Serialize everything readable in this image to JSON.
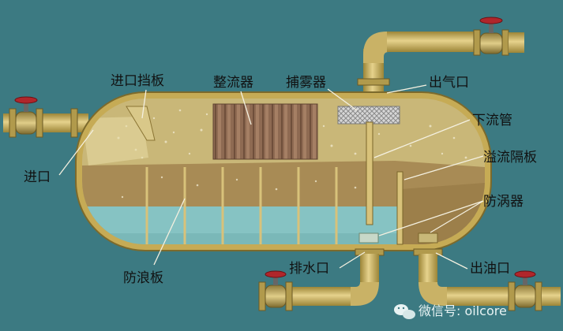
{
  "labels": {
    "inlet_baffle": "进口挡板",
    "flow_straightener": "整流器",
    "mist_eliminator": "捕雾器",
    "gas_outlet": "出气口",
    "downcomer": "下流管",
    "overflow_weir": "溢流隔板",
    "vortex_breaker": "防涡器",
    "inlet": "进口",
    "wave_breaker": "防浪板",
    "water_drain": "排水口",
    "oil_outlet": "出油口"
  },
  "watermark": "微信号: oilcore",
  "colors": {
    "background": "#3c7a82",
    "shell": "#cdb25e",
    "shell_dark": "#8f7a35",
    "gas_space": "#c9b778",
    "oil_layer": "#a88b55",
    "water_layer": "#86c3c3",
    "valve_red": "#b0262b",
    "pipe": "#d4bd6a"
  }
}
